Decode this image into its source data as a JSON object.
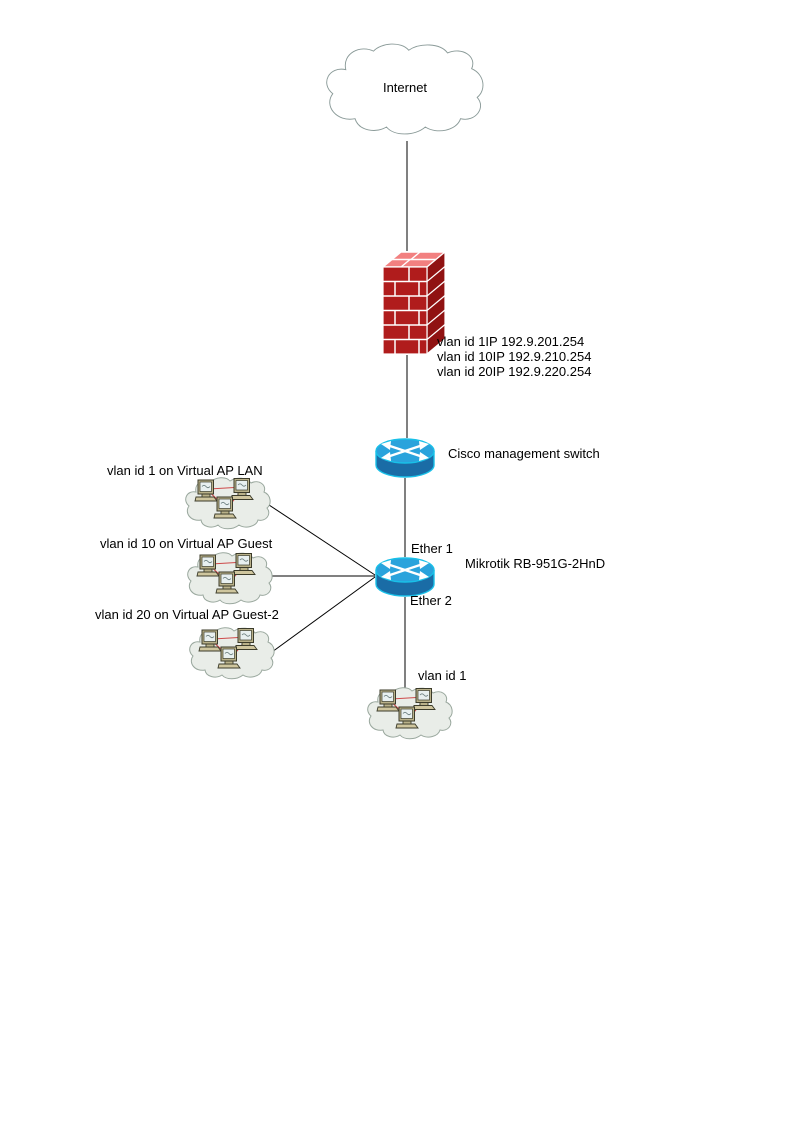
{
  "nodes": {
    "internet": {
      "label": "Internet"
    },
    "firewall": {
      "lines": [
        "vlan id 1IP 192.9.201.254",
        "vlan id 10IP 192.9.210.254",
        "vlan id 20IP 192.9.220.254"
      ]
    },
    "switch": {
      "label": "Cisco management switch"
    },
    "router": {
      "label": "Mikrotik RB-951G-2HnD",
      "port_top": "Ether 1",
      "port_bottom": "Ether 2"
    },
    "lan1": {
      "label": "vlan id 1 on Virtual AP LAN"
    },
    "lan2": {
      "label": "vlan id 10 on Virtual AP Guest"
    },
    "lan3": {
      "label": "vlan id 20 on Virtual AP Guest-2"
    },
    "lan_bottom": {
      "label": "vlan id 1"
    }
  },
  "colors": {
    "brick_front": "#b01c1c",
    "brick_side": "#901212",
    "brick_top": "#f28080",
    "router_top": "#2aa3dc",
    "router_body": "#1a6ca6",
    "router_outline": "#19c0e8",
    "cloud_fill": "#e9ede8",
    "cloud_stroke": "#9aa89e",
    "internet_cloud_fill": "#ffffff",
    "lan_link": "#cd4a4a",
    "connector": "#000000"
  }
}
